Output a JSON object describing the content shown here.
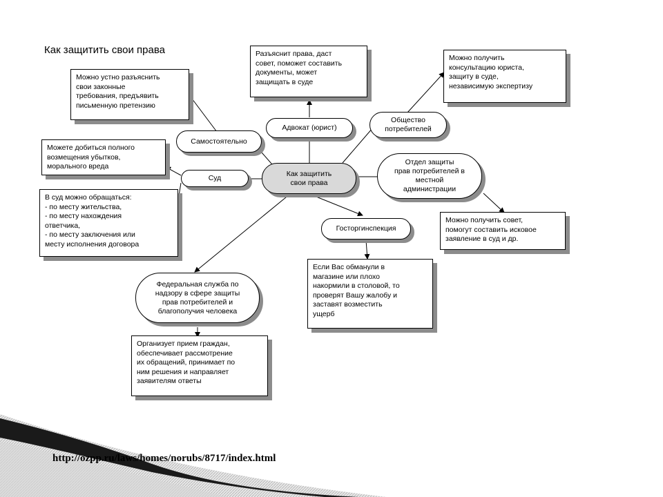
{
  "title": "Как защитить свои права",
  "center": "Как защитить\nсвои права",
  "nodes": {
    "samostoyatelno": "Самостоятельно",
    "sud": "Суд",
    "advokat": "Адвокат (юрист)",
    "obshchestvo": "Общество\nпотребителей",
    "otdel": "Отдел защиты\nправ потребителей в\nместной\nадминистрации",
    "gostorg": "Госторгинспекция",
    "federal": "Федеральная служба по\nнадзору в сфере защиты\nправ потребителей и\nблагополучия человека"
  },
  "boxes": {
    "samostoyatelno_info": "Можно устно разъяснить\nсвои законные\nтребования, предъявить\nписьменную претензию",
    "sud_info": "Можете добиться полного\nвозмещения убытков,\nморального вреда",
    "sud_where": "В суд можно обращаться:\n- по месту жительства,\n- по месту нахождения\nответчика,\n- по месту заключения или\nместу исполнения договора",
    "advokat_info": "Разъяснит права, даст\nсовет, поможет составить\nдокументы, может\nзащищать в суде",
    "obshchestvo_info": "Можно получить\nконсультацию юриста,\nзащиту в суде,\nнезависимую экспертизу",
    "otdel_info": "Можно получить совет,\nпомогут составить исковое\nзаявление в суд и др.",
    "gostorg_info": "Если Вас обманули в\nмагазине или плохо\nнакормили в столовой, то\nпроверят Вашу жалобу и\nзаставят возместить\nущерб",
    "federal_info": "Организует прием граждан,\nобеспечивает рассмотрение\nих обращений, принимает по\nним решения и направляет\nзаявителям ответы"
  },
  "footer_url": "http://ozpp.ru/laws/homes/norubs/8717/index.html",
  "colors": {
    "shadow": "#8c8c8c",
    "center_fill": "#d9d9d9",
    "decor_dark": "#1a1a1a",
    "decor_light": "#c8c8c8"
  }
}
